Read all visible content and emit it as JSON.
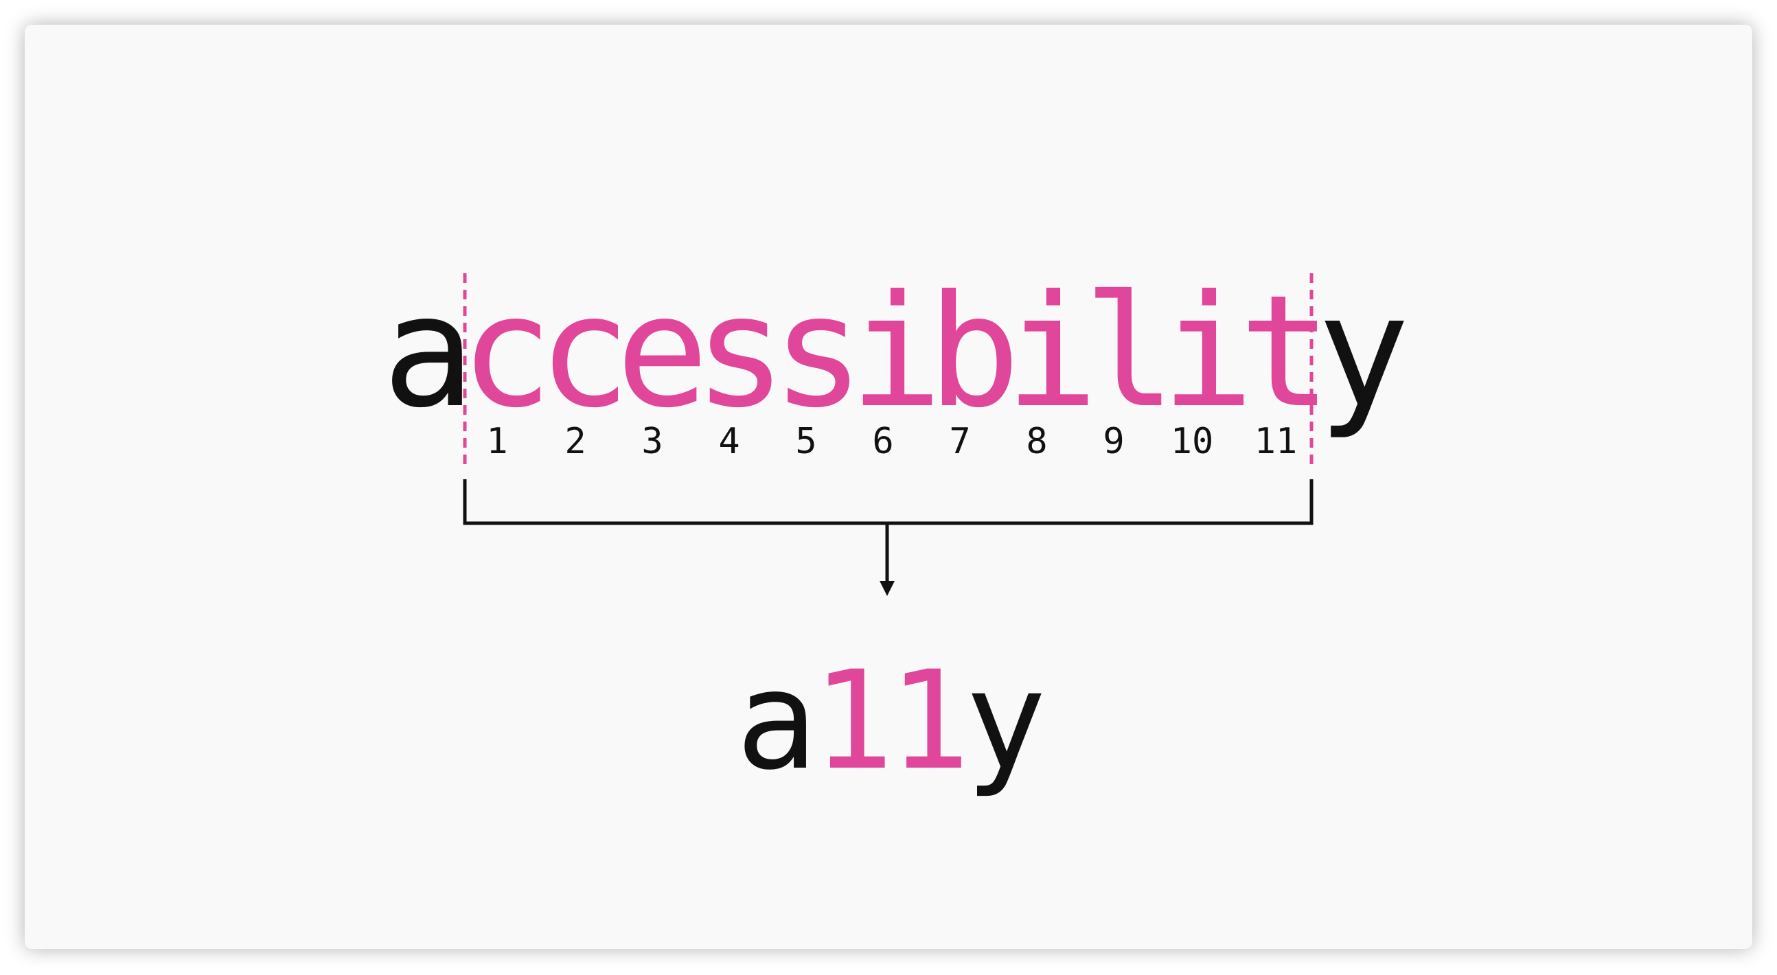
{
  "colors": {
    "accent": "#e0469a",
    "text": "#111111",
    "background": "#f9f9f9"
  },
  "top_word": {
    "first": "a",
    "middle": "ccessibilit",
    "last": "y"
  },
  "counts": [
    "1",
    "2",
    "3",
    "4",
    "5",
    "6",
    "7",
    "8",
    "9",
    "10",
    "11"
  ],
  "abbreviation": {
    "first": "a",
    "middle": "11",
    "last": "y"
  }
}
